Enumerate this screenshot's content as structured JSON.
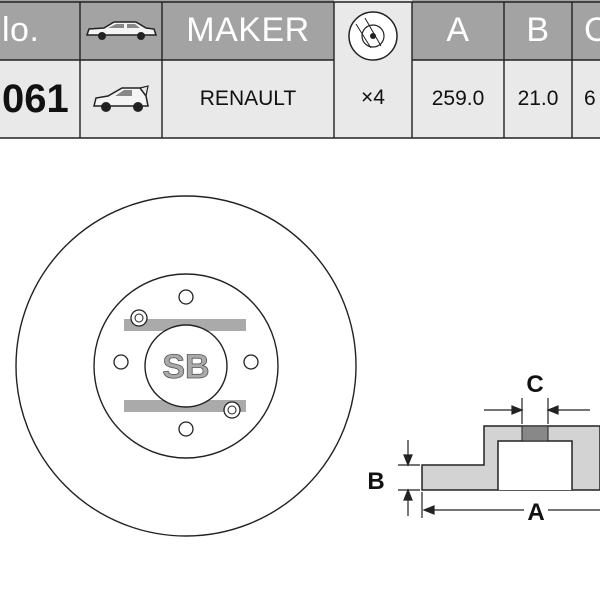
{
  "table": {
    "header": {
      "no_label": "lo.",
      "maker_label": "MAKER",
      "col_a": "A",
      "col_b": "B",
      "col_c": "C"
    },
    "row": {
      "part_no": "061",
      "maker": "RENAULT",
      "quantity": "×4",
      "a_value": "259.0",
      "b_value": "21.0",
      "c_value": "6"
    }
  },
  "icons": {
    "header_car": "car-side-icon",
    "row_car": "car-front-icon",
    "disc": "brake-disc-icon"
  },
  "drawing": {
    "logo": "SB",
    "label_a": "A",
    "label_b": "B",
    "label_c": "C"
  },
  "colors": {
    "header_bg": "#a3a3a3",
    "row_bg": "#e9e9e9",
    "profile_fill": "#d3d3d3",
    "logo_band": "#aaaaaa",
    "line": "#111111"
  }
}
